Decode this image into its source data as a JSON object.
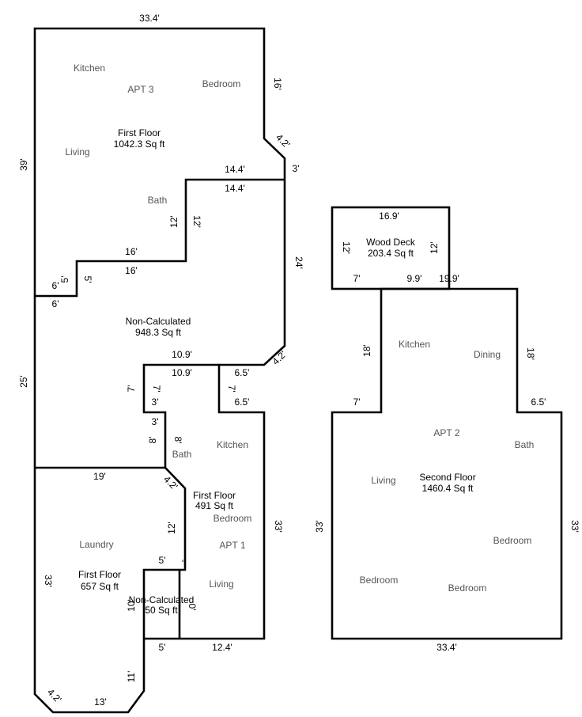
{
  "dimensions": {
    "top_33_4": "33.4'",
    "right_16": "16'",
    "diag_4_2a": "4.2'",
    "right_3": "3'",
    "step_14_4_out": "14.4'",
    "step_14_4_in": "14.4'",
    "right_24": "24'",
    "diag_4_2b": "4.2'",
    "left_39": "39'",
    "bath_12_a": "12'",
    "bath_12_b": "12'",
    "mid_16_out": "16'",
    "mid_16_in": "16'",
    "step_5_a": "5'",
    "step_5_b": "5'",
    "step_6_out": "6'",
    "step_6_in": "6'",
    "left_25": "25'",
    "notch_10_9_out": "10.9'",
    "notch_10_9_in": "10.9'",
    "notch_6_5_out": "6.5'",
    "notch_6_5_in": "6.5'",
    "notch_7_a": "7'",
    "notch_7_b": "7'",
    "notch_7_c": "7'",
    "notch_3_a": "3'",
    "notch_3_b": "3'",
    "notch_8_a": "8'",
    "notch_8_b": "8'",
    "mid_19": "19'",
    "diag_4_2c": "4.2'",
    "apt1_12": "12'",
    "apt1_33": "33'",
    "small_5_top": "5'",
    "small_tick": "'",
    "small_10_left": "10'",
    "small_0_right": "0'",
    "small_5_bottom": "5'",
    "apt1_bottom_12_4": "12.4'",
    "left_33": "33'",
    "bottom_11": "11'",
    "diag_4_2d": "4.2'",
    "bottom_13": "13'",
    "deck_16_9": "16.9'",
    "deck_12_left": "12'",
    "deck_12_right": "12'",
    "deck_7": "7'",
    "deck_9_9": "9.9'",
    "deck_19_9": "19.9'",
    "sf_18_left": "18'",
    "sf_18_right": "18'",
    "sf_7": "7'",
    "sf_6_5": "6.5'",
    "sf_33_left": "33'",
    "sf_33_right": "33'",
    "sf_bottom_33_4": "33.4'"
  },
  "rooms": {
    "kitchen_apt3": "Kitchen",
    "apt3": "APT 3",
    "bedroom_apt3": "Bedroom",
    "living_apt3": "Living",
    "bath_apt3": "Bath",
    "kitchen_apt1": "Kitchen",
    "bath_small": "Bath",
    "bedroom_apt1": "Bedroom",
    "apt1": "APT 1",
    "living_apt1": "Living",
    "laundry": "Laundry",
    "kitchen_apt2": "Kitchen",
    "dining_apt2": "Dining",
    "apt2": "APT 2",
    "bath_apt2": "Bath",
    "living_apt2": "Living",
    "bedroom_apt2_a": "Bedroom",
    "bedroom_apt2_b": "Bedroom",
    "bedroom_apt2_c": "Bedroom"
  },
  "areas": {
    "first_floor_top_name": "First Floor",
    "first_floor_top_sqft": "1042.3 Sq ft",
    "noncalc_name": "Non-Calculated",
    "noncalc_sqft": "948.3 Sq ft",
    "first_floor_apt1_name": "First Floor",
    "first_floor_apt1_sqft": "491 Sq ft",
    "first_floor_bl_name": "First Floor",
    "first_floor_bl_sqft": "657 Sq ft",
    "noncalc_small_name": "Non-Calculated",
    "noncalc_small_sqft": "50 Sq ft",
    "deck_name": "Wood Deck",
    "deck_sqft": "203.4 Sq ft",
    "second_floor_name": "Second Floor",
    "second_floor_sqft": "1460.4 Sq ft"
  }
}
